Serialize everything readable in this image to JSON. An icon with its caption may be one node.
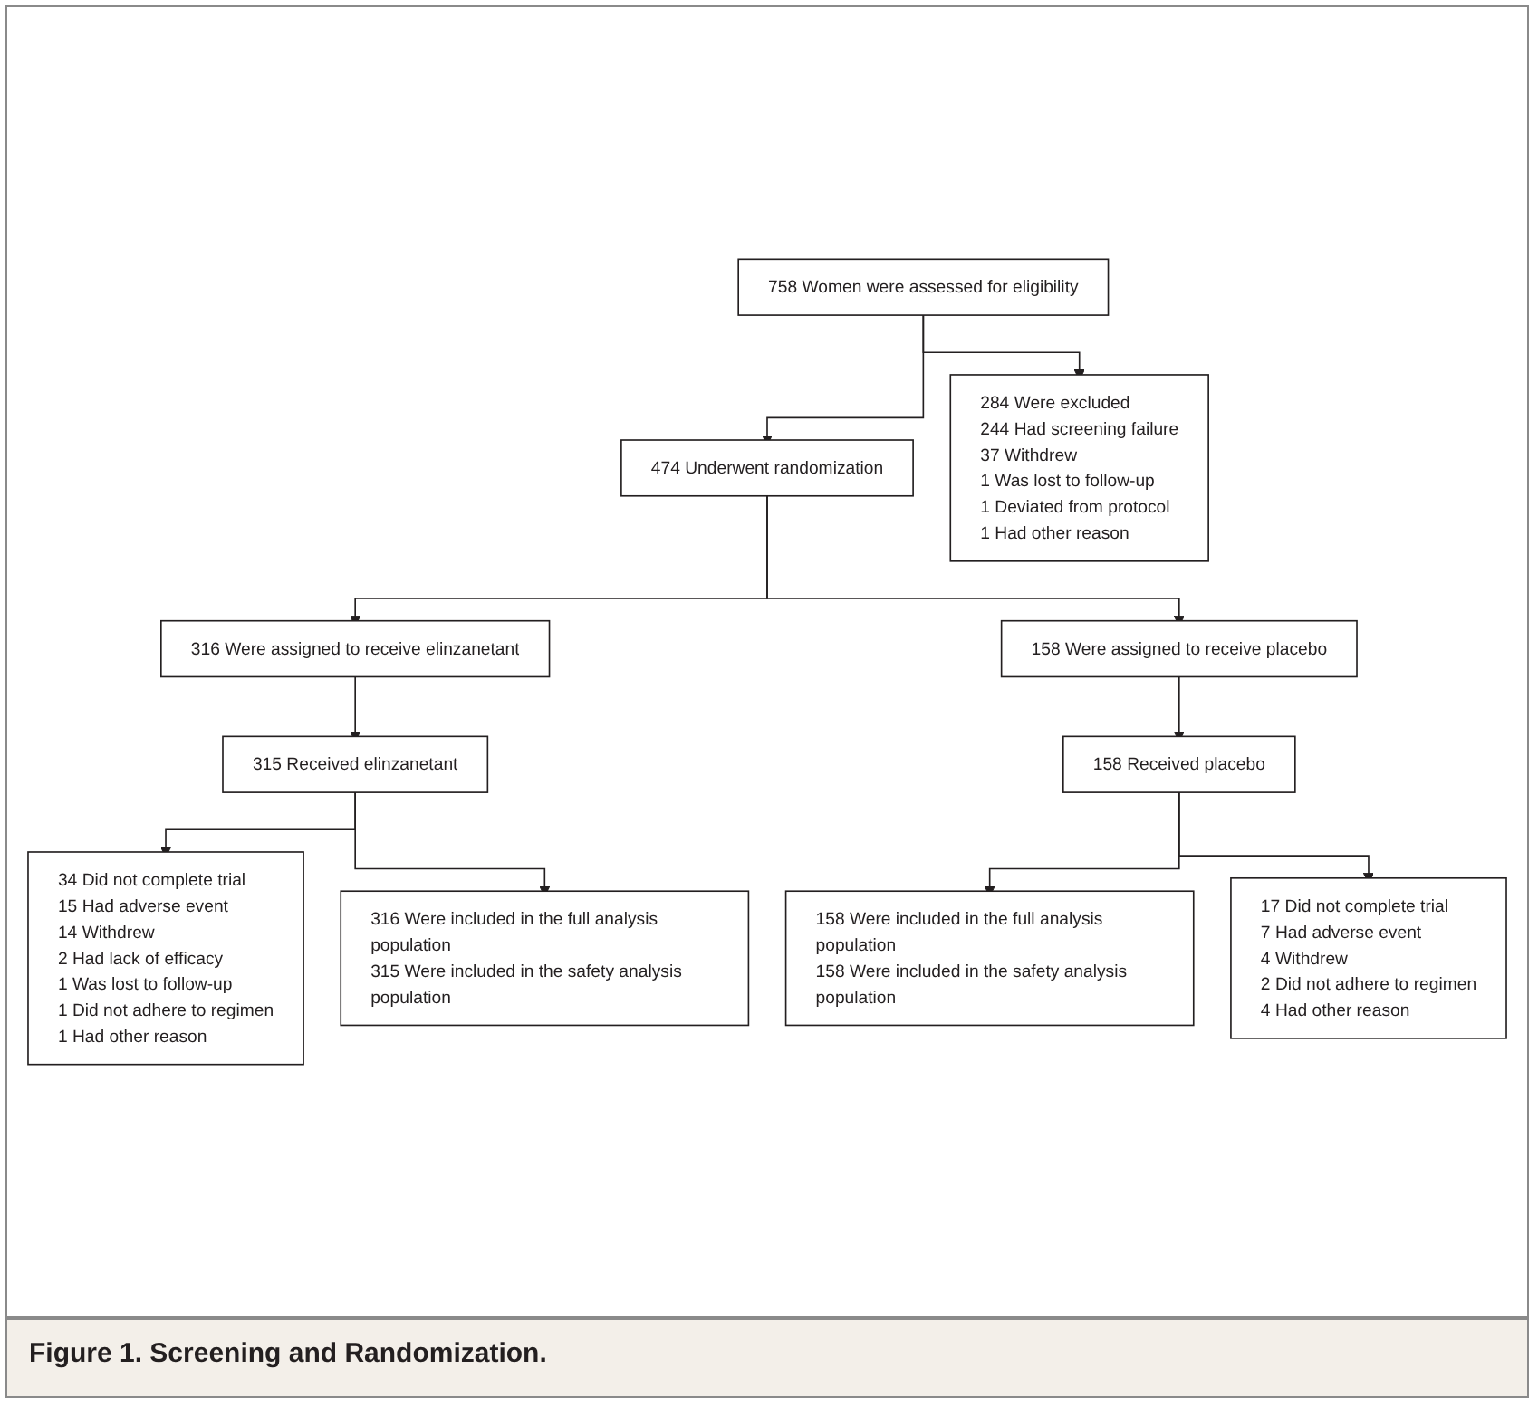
{
  "diagram": {
    "caption": "Figure 1. Screening and Randomization.",
    "nodes": [
      {
        "text": [
          "758 Women were assessed for eligibility"
        ]
      },
      {
        "text": [
          "284 Were excluded",
          "244 Had screening failure",
          "37 Withdrew",
          "1 Was lost to follow-up",
          "1 Deviated from protocol",
          "1 Had other reason"
        ]
      },
      {
        "text": [
          "474 Underwent randomization"
        ]
      },
      {
        "text": [
          "316 Were assigned to receive elinzanetant"
        ]
      },
      {
        "text": [
          "158 Were assigned to receive placebo"
        ]
      },
      {
        "text": [
          "315 Received elinzanetant"
        ]
      },
      {
        "text": [
          "158 Received placebo"
        ]
      },
      {
        "text": [
          "34 Did not complete trial",
          "15 Had adverse event",
          "14 Withdrew",
          "2 Had lack of efficacy",
          "1 Was lost to follow-up",
          "1 Did not adhere to regimen",
          "1 Had other reason"
        ]
      },
      {
        "text": [
          "17 Did not complete trial",
          "7 Had adverse event",
          "4 Withdrew",
          "2 Did not adhere to regimen",
          "4 Had other reason"
        ]
      },
      {
        "text": [
          "316 Were included in the full analysis population",
          "315 Were included in the safety analysis population"
        ]
      },
      {
        "text": [
          "158 Were included in the full analysis population",
          "158 Were included in the safety analysis population"
        ]
      }
    ],
    "edges": [
      {
        "from": 0,
        "to": 2,
        "arrow": "to"
      },
      {
        "from": 0,
        "to": 1,
        "arrow": "to"
      },
      {
        "from": 2,
        "to": 3,
        "arrow": "to"
      },
      {
        "from": 2,
        "to": 4,
        "arrow": "to"
      },
      {
        "from": 3,
        "to": 5,
        "arrow": "to"
      },
      {
        "from": 4,
        "to": 6,
        "arrow": "to"
      },
      {
        "from": 5,
        "to": 7,
        "arrow": "to"
      },
      {
        "from": 5,
        "to": 9,
        "arrow": "to"
      },
      {
        "from": 6,
        "to": 10,
        "arrow": "to"
      },
      {
        "from": 6,
        "to": 8,
        "arrow": "to"
      }
    ]
  }
}
